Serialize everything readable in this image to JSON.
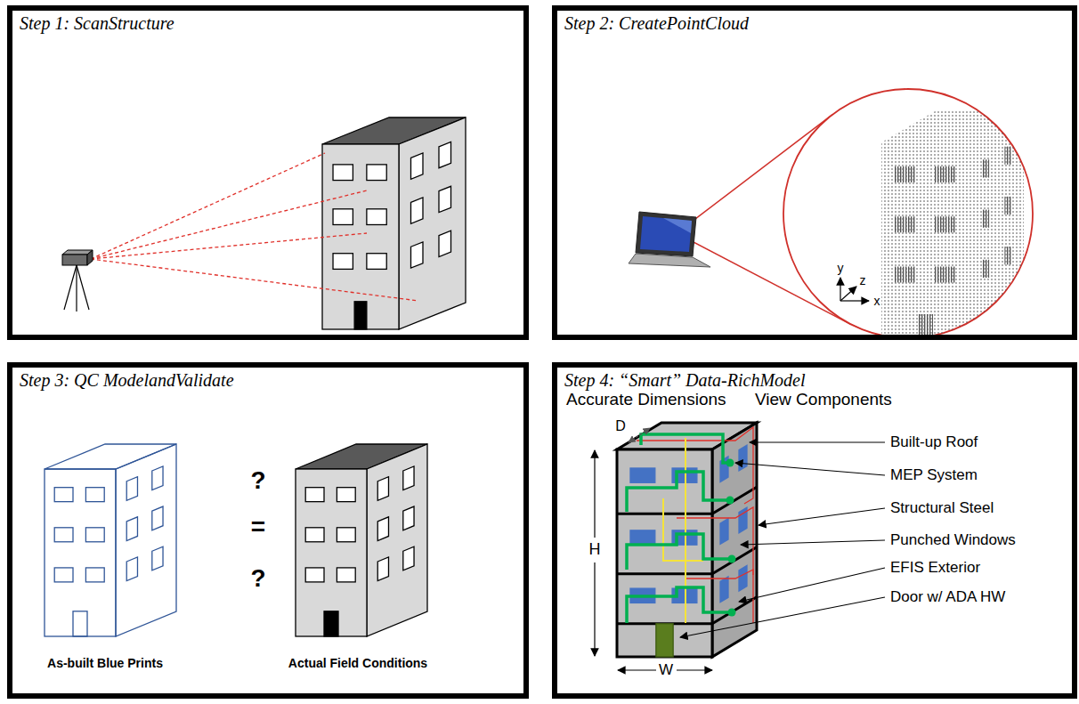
{
  "diagram": {
    "nodes": [
      {
        "text": [
          "Step 1: ScanStructure"
        ]
      },
      {
        "text": [
          "Step 2: CreatePointCloud"
        ]
      },
      {
        "text": [
          "Step 3: QC ModelandValidate"
        ]
      },
      {
        "text": [
          "Step 4: “Smart” Data-RichModel"
        ]
      }
    ],
    "labels": [
      "y",
      "z",
      "x",
      "?",
      "=",
      "?",
      "As-built Blue Prints",
      "Actual Field Conditions",
      "Accurate Dimensions",
      "View Components",
      "D",
      "H",
      "W",
      "Built-up Roof",
      "MEP System",
      "Structural Steel",
      "Punched Windows",
      "EFIS Exterior",
      "Door w/ ADA HW"
    ]
  }
}
